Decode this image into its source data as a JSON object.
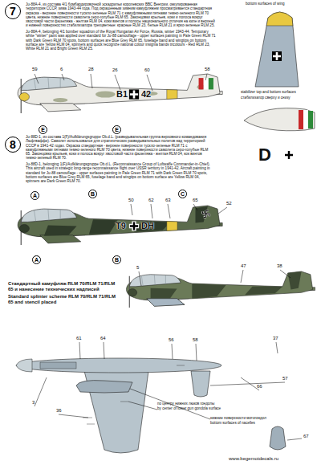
{
  "diagram": {
    "nodes": [
      {
        "text": [
          "7"
        ]
      },
      {
        "text": [
          "8"
        ]
      },
      {
        "text": [
          "E"
        ]
      },
      {
        "text": [
          "E"
        ]
      },
      {
        "text": [
          "A"
        ]
      },
      {
        "text": [
          "B"
        ]
      },
      {
        "text": [
          "C"
        ]
      },
      {
        "text": [
          "A"
        ]
      },
      {
        "text": [
          "B"
        ]
      }
    ],
    "labels": [
      "Ju-88A-4, из состава 4/1 бомбардировочной эскадрильи королевских ВВС Венгрии, оккупированная территория СССР, зима 1943-44 года. Под окрашенным зимним камуфляжем просматривается стандартная окраска - верхние поверхности тускло-зеленые RLM 71 с камуфляжными пятнами темно-зеленого RLM 70 цвета, нижние поверхности самолета серо-голубые RLM 65. Законцовки крыльев, коки и полоса вокруг хвостовой части фюзеляжа - желтая RLM 04, коки винтов и полосы национального отличия на киле и верхней и нижней поверхностях стабилизатора трехцветные: красные RLM 23, белые RLM 21 и ярко-зеленые RLM 25.",
      "Ju-88A-4, belonging 4/1 bomber squadron of the Royal Hungarian Air Force, Russia, winter 1943-44. Temporary white \"winter\" paint was applied over standard for Ju-88 camouflage - upper surfaces painting in Pale Green RLM 71 with Dark Green RLM 70 spots, bottom surfaces are Blue Grey RLM 65, fuselage band and wingtips on bottom surface are Yellow RLM 04, spinners and quick recognize national colour insignia bands tricolours - Red RLM 23, White RLM 21 and Bright Green RLM 25.",
      "bottom surfaces of wing",
      "stabilizer top and bottom surfaces",
      "стабилизатор сверху и снизу",
      "B1",
      "42",
      "59",
      "6",
      "28",
      "26",
      "60",
      "58",
      "Ju-88D-1, из состава 1(F)/Aufklärungsgruppe Ob.d.L. (разведывательная группа верховного командования Люфтваффе). Самолет использовался для стратегических разведывательных полетов над территорией СССР в 1941-42 годах. Окраска стандартная - верхние поверхности тускло-зеленые RLM 71 с камуфляжными пятнами темно-зеленого RLM 70 цвета, нижние поверхности самолета серо-голубые RLM 65. Законцовки крыльев, коки и полоса вокруг хвостовой части фюзеляжа - желтая RLM 04, кок винтов темно-зеленый RLM 70.",
      "Ju-88D-1, belonging 1(F)/Aufklärungsgruppe Ob.d.L. (Reconnaissance Group of Luftwaffe Commander-in-Chief). This aircraft used in strategic long-range reconnaissance flight over USSR territory in 1941-42. Aircraft painting in standard for Ju-88 camouflage - upper surfaces painting in Pale Green RLM 71 with Dark Green RLM 70 spots, bottom surfaces are Blue Grey RLM 65, fuselage band and wingtips on bottom surface are Yellow RLM 04, spinners are Dark Green RLM 70.",
      "D",
      "T9",
      "DH",
      "50",
      "62",
      "63",
      "65",
      "52",
      "Стандартный камуфляж RLM 70/RLM 71/RLM 65 и нанесение технических надписей",
      "Standard splinter scheme RLM 70/RLM 71/RLM 65 and stencil placed",
      "по центру нижних люков гондолы",
      "by center of lower gun gondola surface",
      "нижние поверхности мотогондол",
      "bottom surfaces of nacelles",
      "www.begemotdecals.ru",
      "47",
      "38",
      "5",
      "61",
      "64",
      "56",
      "58",
      "37",
      "66",
      "57",
      "3",
      "36",
      "67"
    ]
  }
}
